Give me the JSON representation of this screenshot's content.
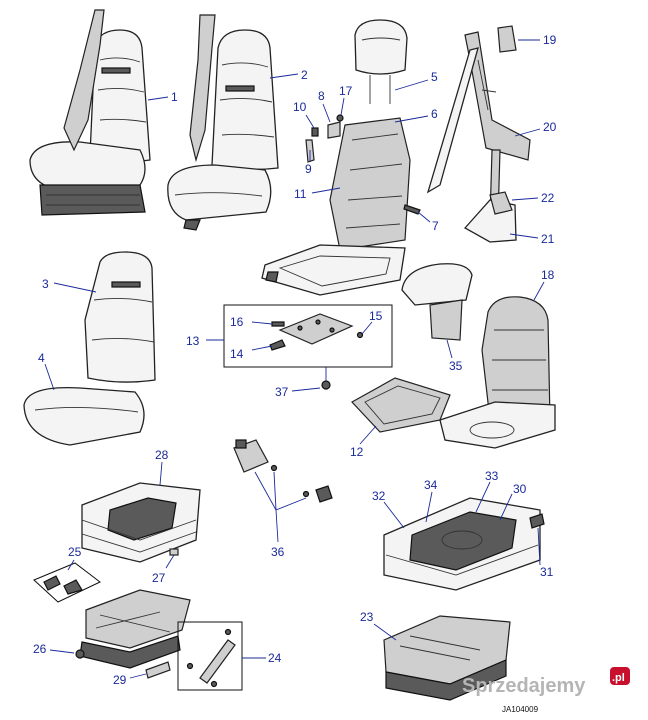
{
  "callouts": {
    "c1": "1",
    "c2": "2",
    "c3": "3",
    "c4": "4",
    "c5": "5",
    "c6": "6",
    "c7": "7",
    "c8": "8",
    "c9": "9",
    "c10": "10",
    "c11": "11",
    "c12": "12",
    "c13": "13",
    "c14": "14",
    "c15": "15",
    "c16": "16",
    "c17": "17",
    "c18": "18",
    "c19": "19",
    "c20": "20",
    "c21": "21",
    "c22": "22",
    "c23": "23",
    "c24": "24",
    "c25": "25",
    "c26": "26",
    "c27": "27",
    "c28": "28",
    "c29": "29",
    "c30": "30",
    "c31": "31",
    "c32": "32",
    "c33": "33",
    "c34": "34",
    "c35": "35",
    "c36": "36",
    "c37": "37"
  },
  "drawing_code": "JA104009",
  "watermark": "Sprzedajemy",
  "watermark_tld": ".pl",
  "colors": {
    "callout": "#1a2a9a",
    "line": "#222222"
  }
}
